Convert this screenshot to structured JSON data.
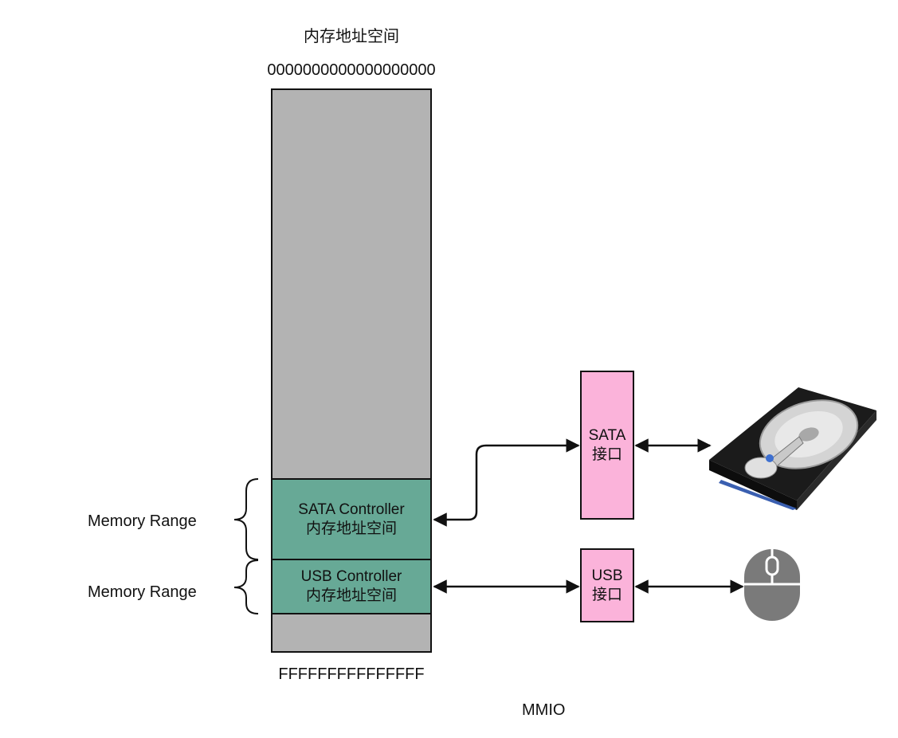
{
  "address_space": {
    "title": "内存地址空间",
    "start_address": "0000000000000000000",
    "end_address": "FFFFFFFFFFFFFFF"
  },
  "regions": {
    "sata": {
      "name": "SATA Controller",
      "sub": "内存地址空间"
    },
    "usb": {
      "name": "USB Controller",
      "sub": "内存地址空间"
    }
  },
  "memory_range_labels": [
    "Memory Range",
    "Memory Range"
  ],
  "interfaces": {
    "sata": {
      "line1": "SATA",
      "line2": "接口"
    },
    "usb": {
      "line1": "USB",
      "line2": "接口"
    }
  },
  "devices": {
    "sata_device_icon": "hard-drive-icon",
    "usb_device_icon": "mouse-icon"
  },
  "caption": "MMIO",
  "colors": {
    "memory_bar": "#b3b3b3",
    "controller_region": "#67a996",
    "interface_box": "#fbb3da",
    "mouse": "#7a7a7a"
  }
}
